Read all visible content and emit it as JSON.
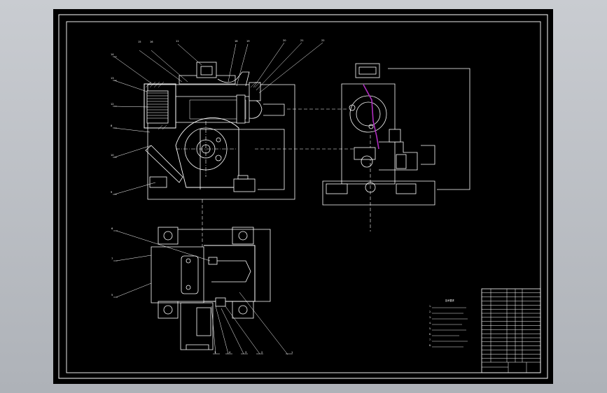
{
  "canvas": {
    "background": "#000000",
    "frame_color": "#ffffff",
    "accent_magenta": "#b02cc0",
    "app_background": "#bfc3c8"
  },
  "views": [
    "front-view",
    "side-view",
    "top-view"
  ],
  "front_view": {
    "callouts": [
      "15",
      "16",
      "11",
      "18",
      "19",
      "20",
      "21",
      "22",
      "14",
      "13",
      "12",
      "8",
      "10",
      "9"
    ]
  },
  "top_view": {
    "callouts": [
      "6",
      "7",
      "5",
      "1",
      "2",
      "3",
      "4",
      "1"
    ]
  },
  "notes": {
    "lines": [
      "技术要求",
      "1.",
      "2.",
      "3.",
      "4.",
      "5.",
      "6.",
      "7.",
      "8."
    ]
  },
  "title_block": {
    "rows": 18
  }
}
